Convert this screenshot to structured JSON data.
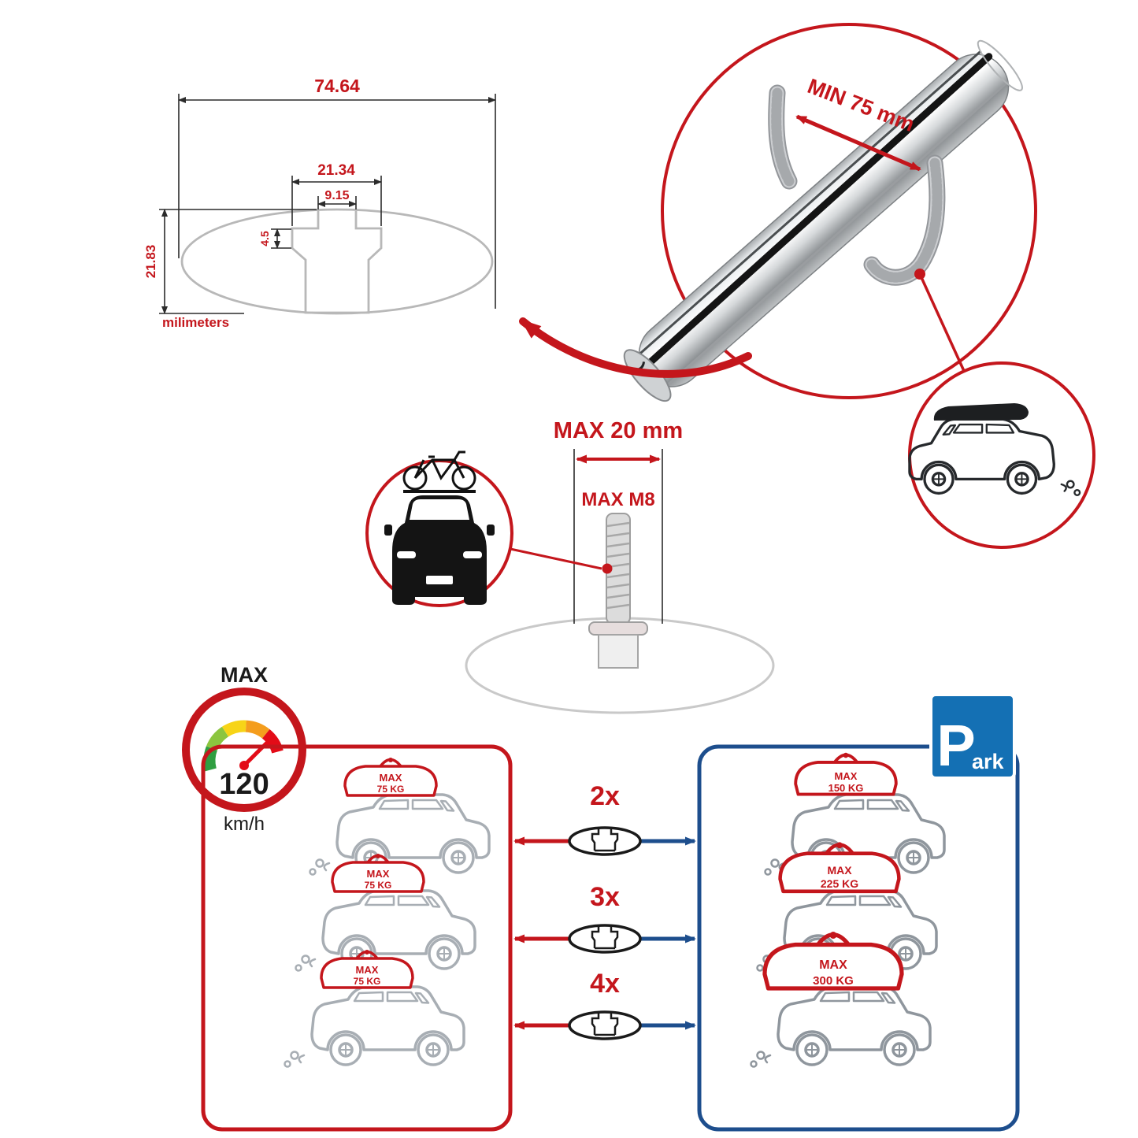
{
  "colors": {
    "accent_red": "#c4161c",
    "panel_blue": "#1d4e8d",
    "sign_blue": "#1470b4",
    "car_gray": "#a8aeb4"
  },
  "cross_section": {
    "width_total": "74.64",
    "width_outer": "21.34",
    "width_inner": "9.15",
    "depth_step": "4.5",
    "height_total": "21.83",
    "units_label": "milimeters"
  },
  "bar_view": {
    "min_grip_label": "MIN 75 mm"
  },
  "bolt_view": {
    "max_length_label": "MAX 20 mm",
    "max_thread_label": "MAX M8"
  },
  "speed_gauge": {
    "title": "MAX",
    "value": "120",
    "unit": "km/h"
  },
  "load_panel": {
    "multipliers": [
      "2x",
      "3x",
      "4x"
    ],
    "left": [
      {
        "max": "MAX",
        "kg": "75 KG"
      },
      {
        "max": "MAX",
        "kg": "75 KG"
      },
      {
        "max": "MAX",
        "kg": "75 KG"
      }
    ],
    "right": [
      {
        "max": "MAX",
        "kg": "150 KG"
      },
      {
        "max": "MAX",
        "kg": "225 KG"
      },
      {
        "max": "MAX",
        "kg": "300 KG"
      }
    ],
    "park_sign": {
      "p": "P",
      "ark": "ark"
    }
  }
}
